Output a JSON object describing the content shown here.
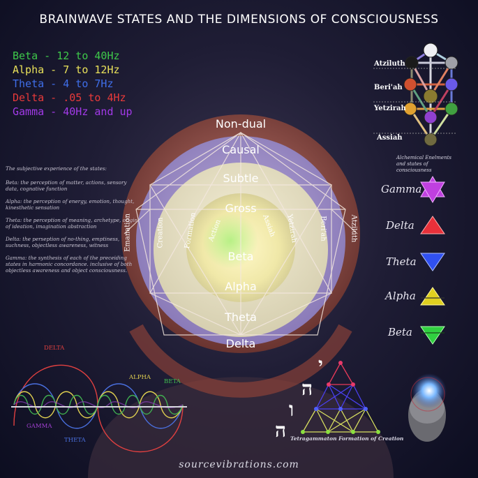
{
  "title": "BRAINWAVE STATES AND THE DIMENSIONS OF CONSCIOUSNESS",
  "legend": [
    {
      "label": "Beta - 12 to 40Hz",
      "color": "#3ec84a"
    },
    {
      "label": "Alpha - 7 to 12Hz",
      "color": "#e8e05a"
    },
    {
      "label": "Theta - 4 to 7Hz",
      "color": "#3f6ee8"
    },
    {
      "label": "Delta - .05 to 4Hz",
      "color": "#e83a3a"
    },
    {
      "label": "Gamma - 40Hz and up",
      "color": "#a23ae8"
    }
  ],
  "descriptions": {
    "heading": "The subjective experience of the states:",
    "items": [
      "Beta: the perception of matter, actions, sensory data, cognative function",
      "Alpha: the perception of energy, emotion, thought, kinesthetic sensation",
      "Theta: the perception of meaning, archetype, origin of ideation, imagination abstraction",
      "Delta: the perseption of no-thing, emptiness, suchness, objectless awareness, witness",
      "Gamma: the synthesis of each of the preceiding states in harmonic concordance. inclusive of both objectless awareness and object consciousness."
    ]
  },
  "circle": {
    "rings": [
      "Non-dual",
      "Causal",
      "Subtle",
      "Gross",
      "Beta",
      "Alpha",
      "Theta",
      "Delta"
    ],
    "left_labels": [
      "Emanation",
      "Creation",
      "Formation",
      "Action"
    ],
    "right_labels": [
      "Assiah",
      "Yetzirah",
      "Beri'ah",
      "Atziluth"
    ]
  },
  "tree_of_life": {
    "worlds": [
      "Atziluth",
      "Beri'ah",
      "Yetzirah",
      "Assiah"
    ],
    "caption": "Alchemical Enelments and states of consciousness"
  },
  "alchemical_states": [
    {
      "label": "Gamma",
      "symbol": "hexagram",
      "color": "#c040e0"
    },
    {
      "label": "Delta",
      "symbol": "triangle-up",
      "color": "#e8303a"
    },
    {
      "label": "Theta",
      "symbol": "triangle-down",
      "color": "#3050f0"
    },
    {
      "label": "Alpha",
      "symbol": "triangle-up-bar",
      "color": "#e0d020"
    },
    {
      "label": "Beta",
      "symbol": "triangle-down-bar",
      "color": "#30d040"
    }
  ],
  "waves": {
    "labels": [
      "DELTA",
      "ALPHA",
      "BETA",
      "GAMMA",
      "THETA"
    ]
  },
  "tetragrammaton": {
    "letters": [
      "י",
      "ה",
      "ו",
      "ה"
    ],
    "caption": "Tetragammaton Formation of Creation"
  },
  "footer": "sourcevibrations.com"
}
